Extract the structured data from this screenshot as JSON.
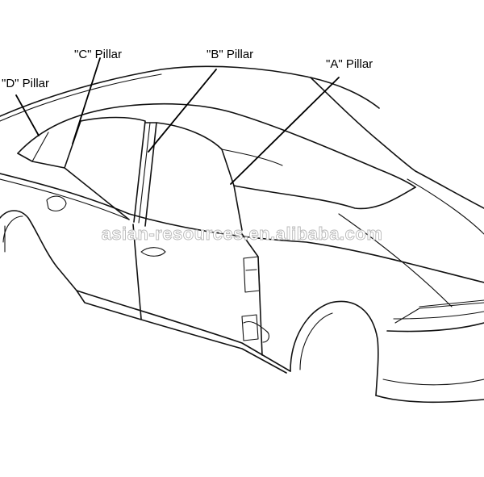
{
  "labels": {
    "d_pillar": "\"D\" Pillar",
    "c_pillar": "\"C\" Pillar",
    "b_pillar": "\"B\" Pillar",
    "a_pillar": "\"A\" Pillar"
  },
  "watermark": "asian-resources.en.alibaba.com"
}
